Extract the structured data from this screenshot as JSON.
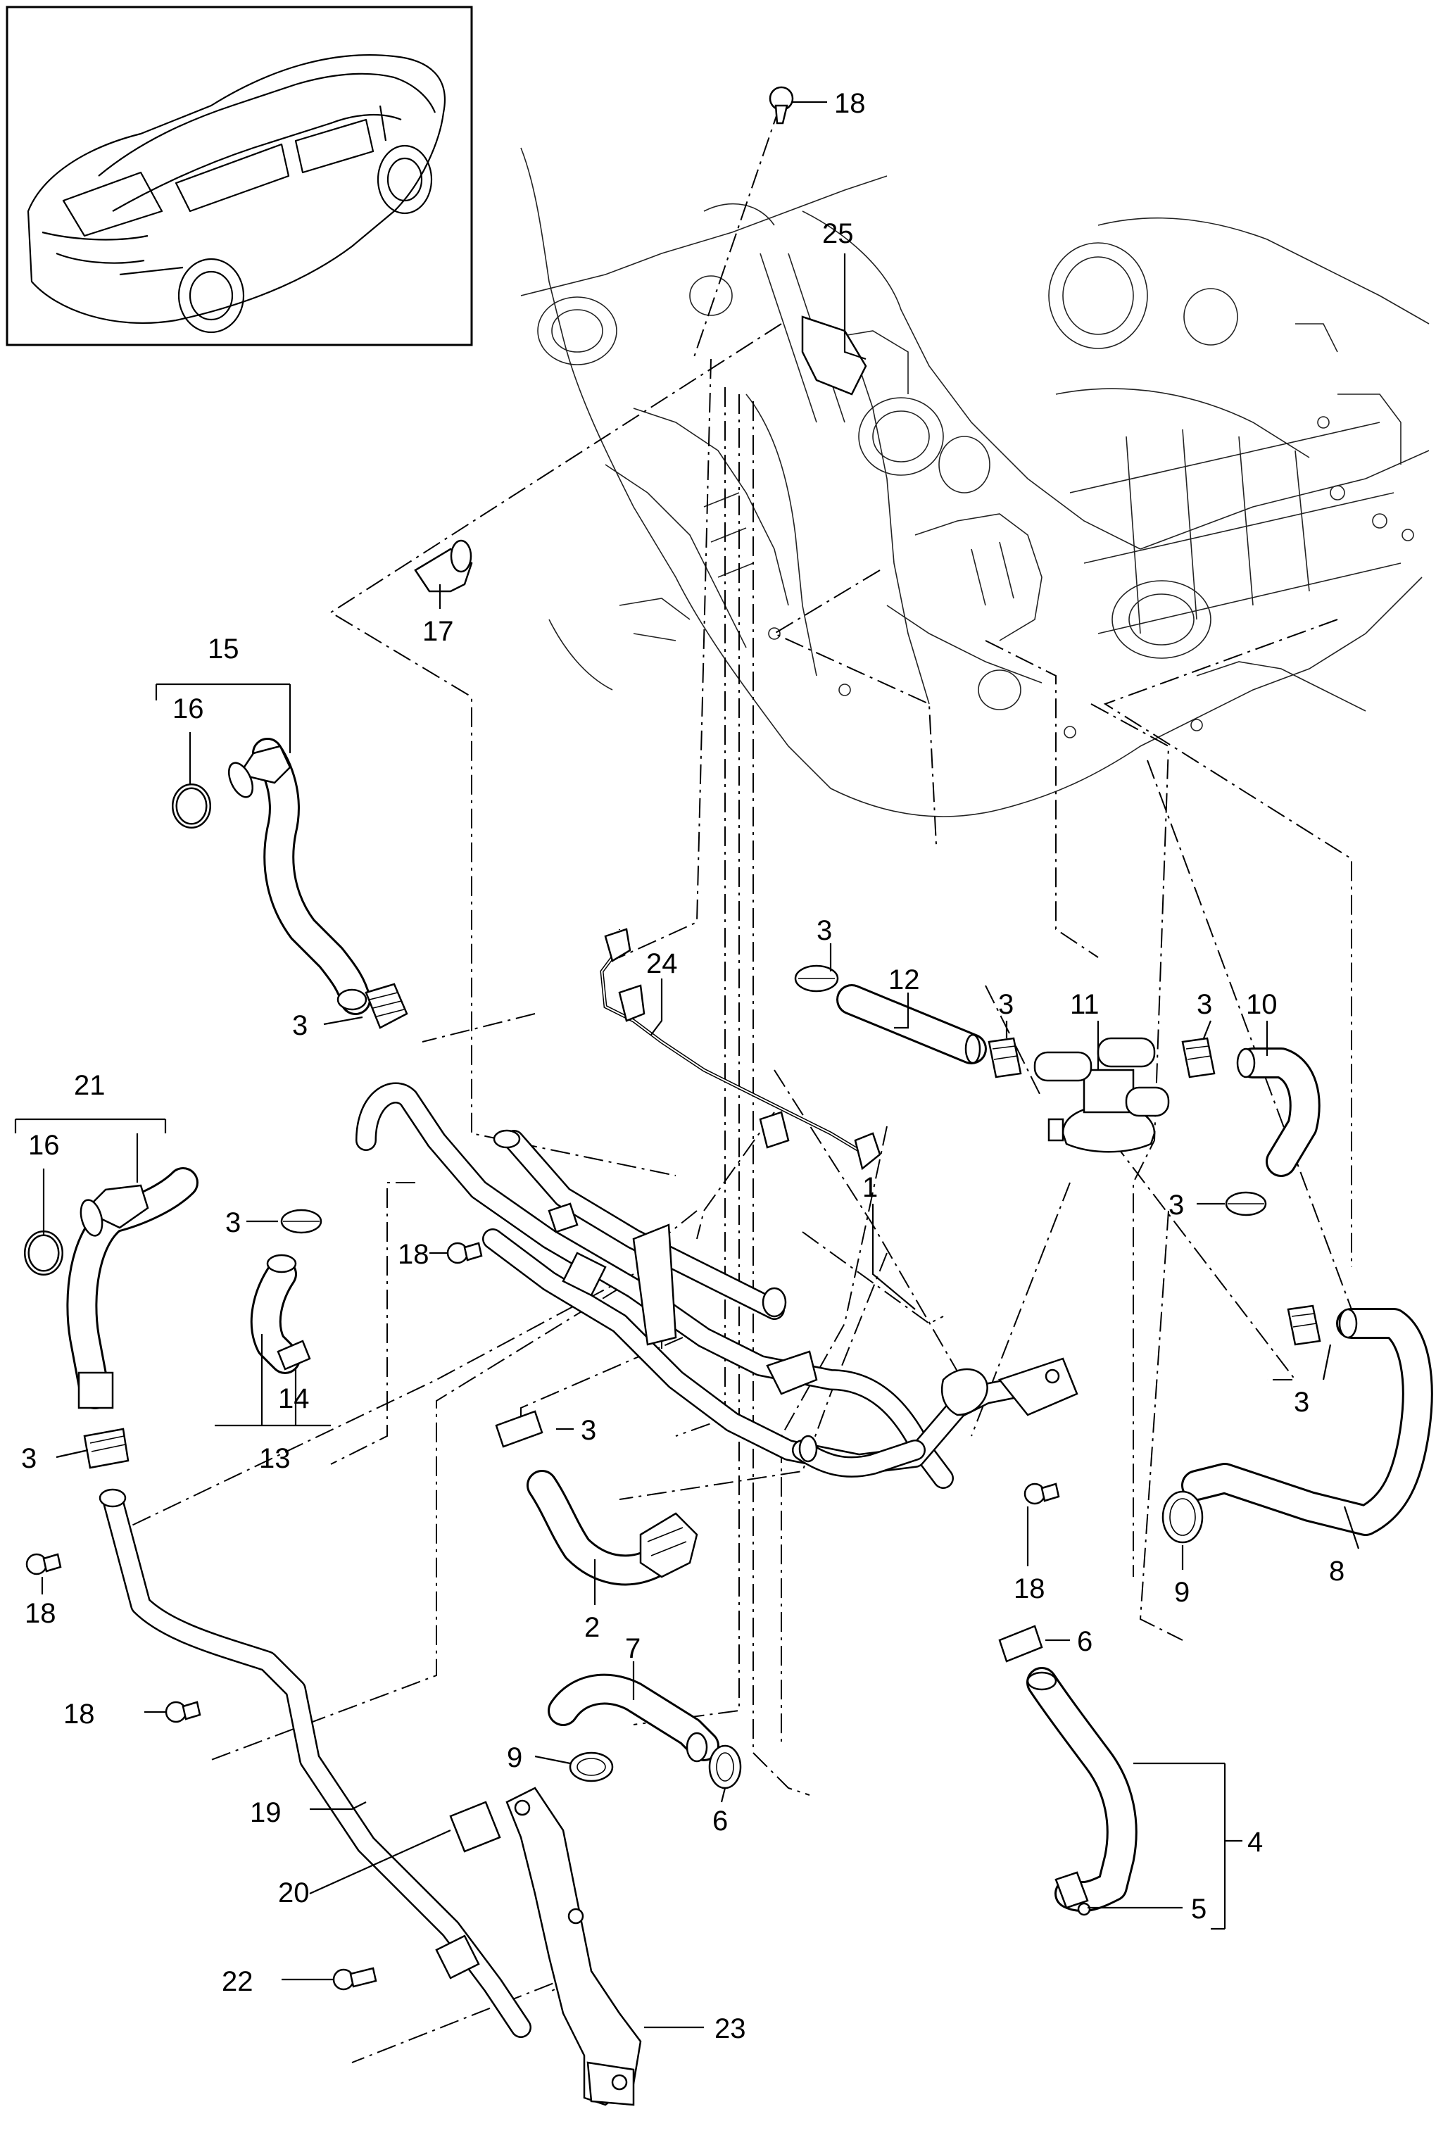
{
  "callouts": {
    "c1": "1",
    "c2": "2",
    "c3a": "3",
    "c3b": "3",
    "c3c": "3",
    "c3d": "3",
    "c3e": "3",
    "c3f": "3",
    "c3g": "3",
    "c3h": "3",
    "c3i": "3",
    "c4": "4",
    "c5": "5",
    "c6a": "6",
    "c6b": "6",
    "c7": "7",
    "c8": "8",
    "c9a": "9",
    "c9b": "9",
    "c10": "10",
    "c11": "11",
    "c12": "12",
    "c13": "13",
    "c14": "14",
    "c15": "15",
    "c16a": "16",
    "c16b": "16",
    "c17": "17",
    "c18a": "18",
    "c18b": "18",
    "c18c": "18",
    "c18d": "18",
    "c18e": "18",
    "c19": "19",
    "c20": "20",
    "c21": "21",
    "c22": "22",
    "c23": "23",
    "c24": "24",
    "c25": "25"
  }
}
